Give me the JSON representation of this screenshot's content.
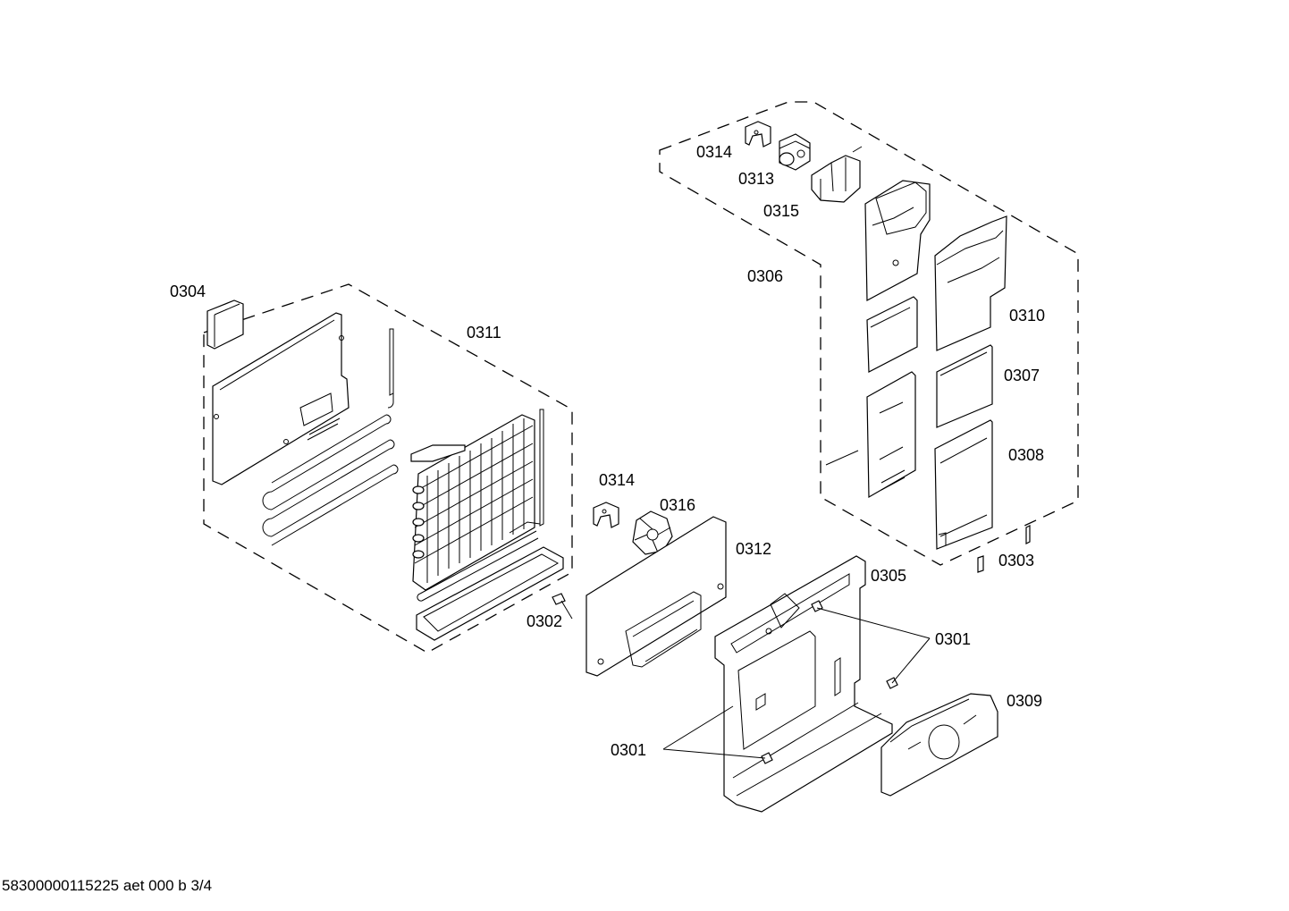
{
  "diagram": {
    "labels": {
      "l0314a": "0314",
      "l0313": "0313",
      "l0315": "0315",
      "l0306": "0306",
      "l0310": "0310",
      "l0307": "0307",
      "l0308": "0308",
      "l0303": "0303",
      "l0304": "0304",
      "l0311": "0311",
      "l0314b": "0314",
      "l0316": "0316",
      "l0312": "0312",
      "l0305": "0305",
      "l0302": "0302",
      "l0301a": "0301",
      "l0309": "0309",
      "l0301b": "0301"
    },
    "footer": "58300000115225 aet 000 b 3/4"
  }
}
